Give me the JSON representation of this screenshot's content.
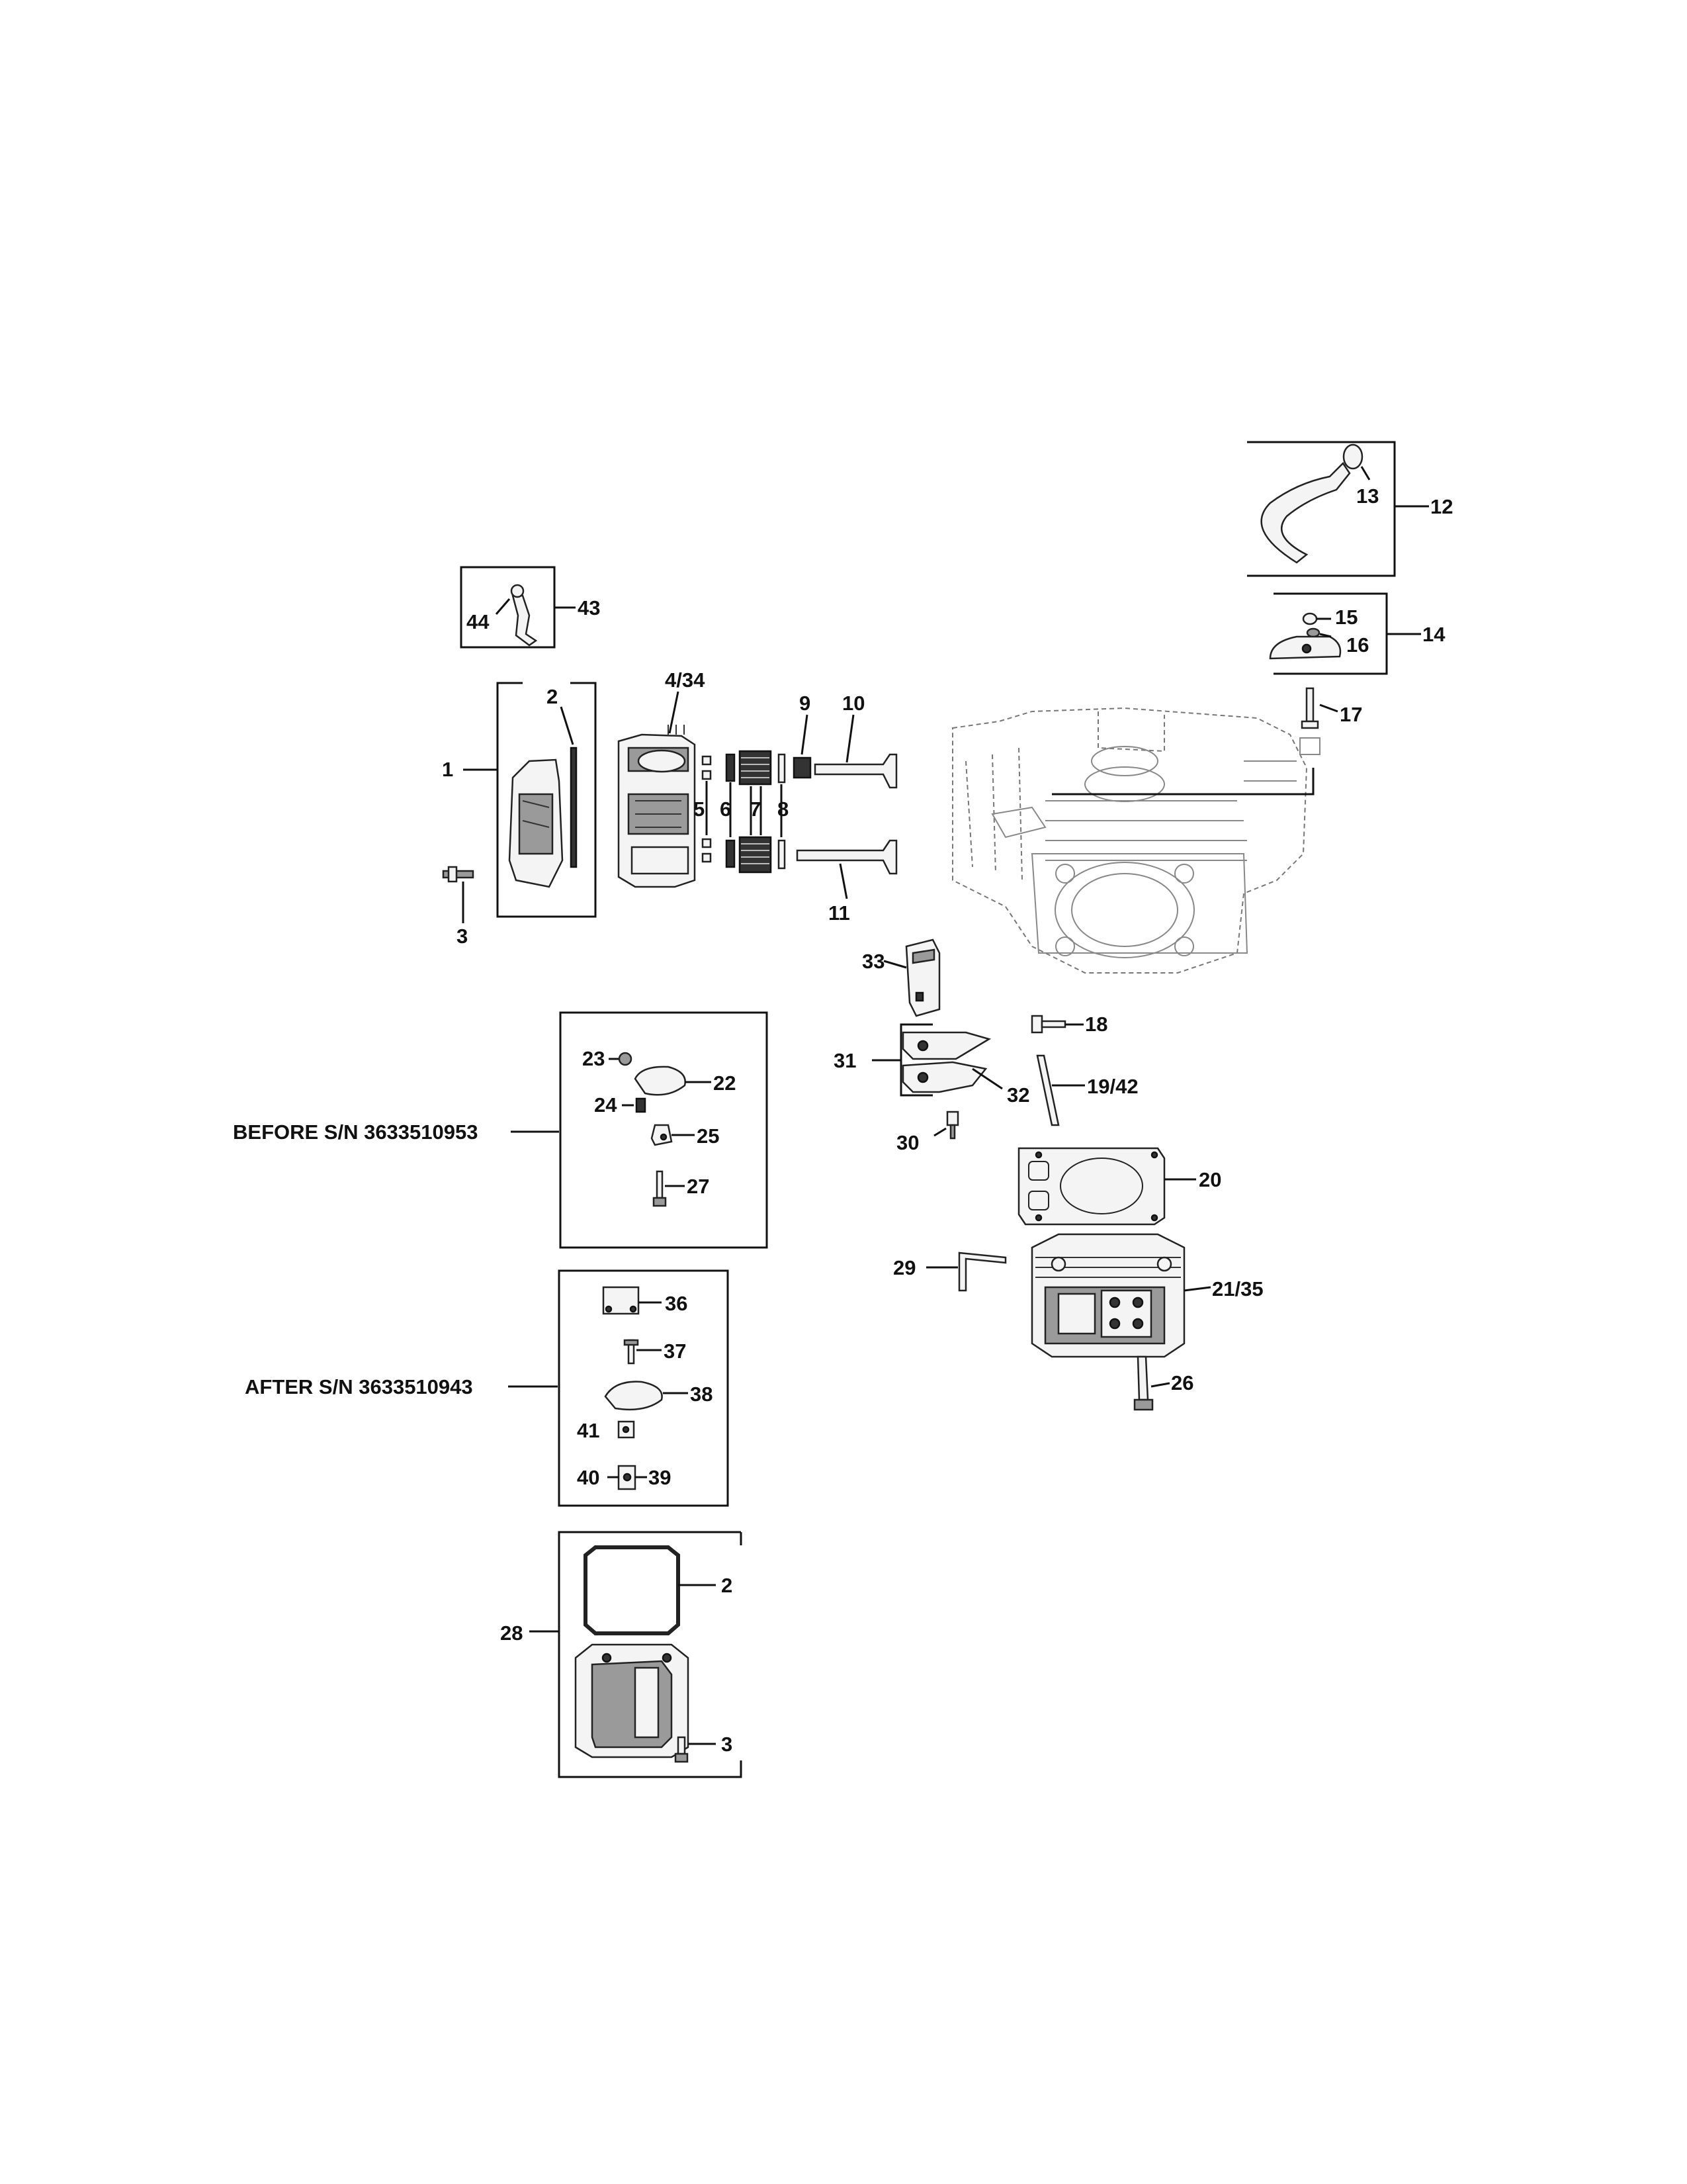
{
  "labels": {
    "l1": "1",
    "l2a": "2",
    "l3a": "3",
    "l4_34": "4/34",
    "l5": "5",
    "l6": "6",
    "l7": "7",
    "l8": "8",
    "l9": "9",
    "l10": "10",
    "l11": "11",
    "l12": "12",
    "l13": "13",
    "l14": "14",
    "l15": "15",
    "l16": "16",
    "l17": "17",
    "l18": "18",
    "l19_42": "19/42",
    "l20": "20",
    "l21_35": "21/35",
    "l22": "22",
    "l23": "23",
    "l24": "24",
    "l25": "25",
    "l26": "26",
    "l27": "27",
    "l28": "28",
    "l29": "29",
    "l30": "30",
    "l31": "31",
    "l32": "32",
    "l33": "33",
    "l36": "36",
    "l37": "37",
    "l38": "38",
    "l39": "39",
    "l40": "40",
    "l41": "41",
    "l43": "43",
    "l44": "44",
    "l2b": "2",
    "l3b": "3"
  },
  "notes": {
    "before": "BEFORE S/N 3633510953",
    "after": "AFTER S/N 3633510943"
  }
}
